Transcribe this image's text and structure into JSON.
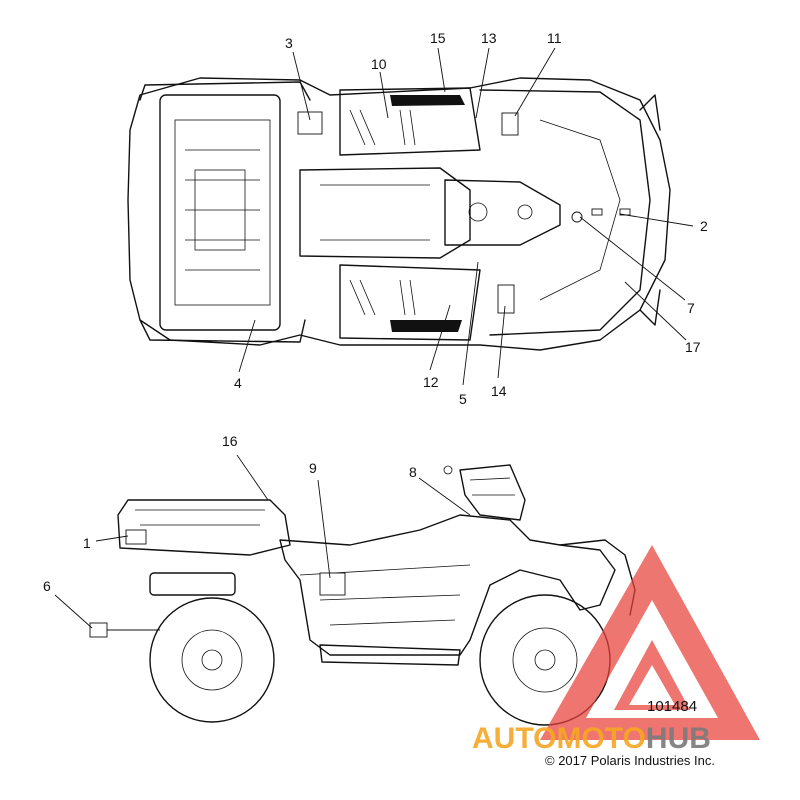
{
  "callouts": [
    "1",
    "2",
    "3",
    "4",
    "5",
    "6",
    "7",
    "8",
    "9",
    "10",
    "11",
    "12",
    "13",
    "14",
    "15",
    "16",
    "17"
  ],
  "reference_number": "101484",
  "copyright": "© 2017 Polaris Industries Inc.",
  "watermark": {
    "brand_part1": "AUTOMOTO",
    "brand_part2": "HUB",
    "accent_color": "#f6a623",
    "secondary_color": "#7a7a7a",
    "logo_color": "#e8413a"
  }
}
